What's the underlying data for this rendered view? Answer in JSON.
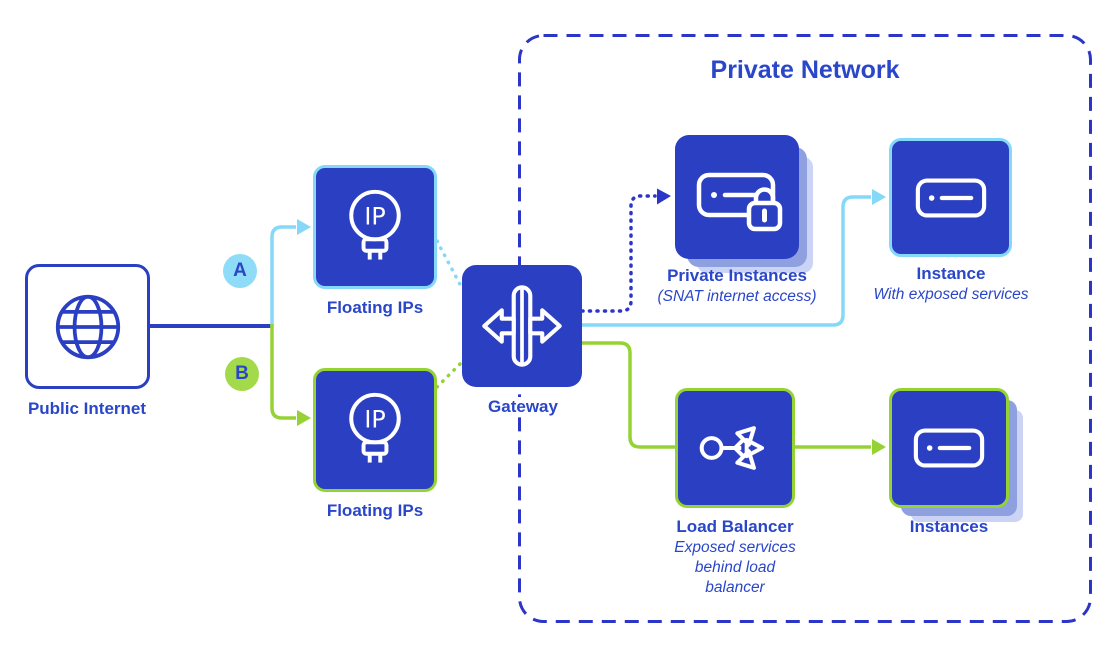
{
  "region": {
    "title": "Private Network"
  },
  "badges": {
    "a": "A",
    "b": "B"
  },
  "nodes": {
    "public_internet": {
      "label": "Public Internet",
      "icon": "globe-icon"
    },
    "floating_ips_a": {
      "label": "Floating IPs",
      "icon": "ip-icon"
    },
    "floating_ips_b": {
      "label": "Floating IPs",
      "icon": "ip-icon"
    },
    "gateway": {
      "label": "Gateway",
      "icon": "gateway-icon"
    },
    "private_instances": {
      "label": "Private Instances",
      "sublabel": "(SNAT internet access)",
      "icon": "server-lock-icon"
    },
    "instance": {
      "label": "Instance",
      "sublabel": "With exposed services",
      "icon": "server-icon"
    },
    "load_balancer": {
      "label": "Load Balancer",
      "sublabel": "Exposed services behind load balancer",
      "icon": "load-balancer-icon"
    },
    "instances": {
      "label": "Instances",
      "icon": "server-icon"
    }
  },
  "icon_text": {
    "ip": "IP"
  },
  "colors": {
    "primary_blue": "#2B3FC2",
    "text_blue": "#2A46C9",
    "light_blue": "#85D8F8",
    "green": "#95D334",
    "badge_blue": "#8EDCF8",
    "badge_green": "#A3DA4B",
    "dotted_blue": "#2B35C8",
    "shadow_inner": "#8FA0E0",
    "shadow_outer": "#CBD4F4"
  },
  "connections": [
    {
      "from": "public_internet",
      "to": "branch-junction",
      "style": "solid",
      "color": "#2B3FC2"
    },
    {
      "from": "branch-junction",
      "to": "floating_ips_a",
      "style": "solid",
      "color": "#85D8F8",
      "path": "A"
    },
    {
      "from": "branch-junction",
      "to": "floating_ips_b",
      "style": "solid",
      "color": "#95D334",
      "path": "B"
    },
    {
      "from": "floating_ips_a",
      "to": "gateway",
      "style": "dotted",
      "color": "#85D8F8"
    },
    {
      "from": "floating_ips_b",
      "to": "gateway",
      "style": "dotted",
      "color": "#95D334"
    },
    {
      "from": "gateway",
      "to": "private_instances",
      "style": "dotted",
      "color": "#2B35C8"
    },
    {
      "from": "gateway",
      "to": "instance",
      "style": "solid",
      "color": "#85D8F8"
    },
    {
      "from": "gateway",
      "to": "instances",
      "style": "solid",
      "color": "#95D334",
      "through": "load_balancer"
    }
  ]
}
